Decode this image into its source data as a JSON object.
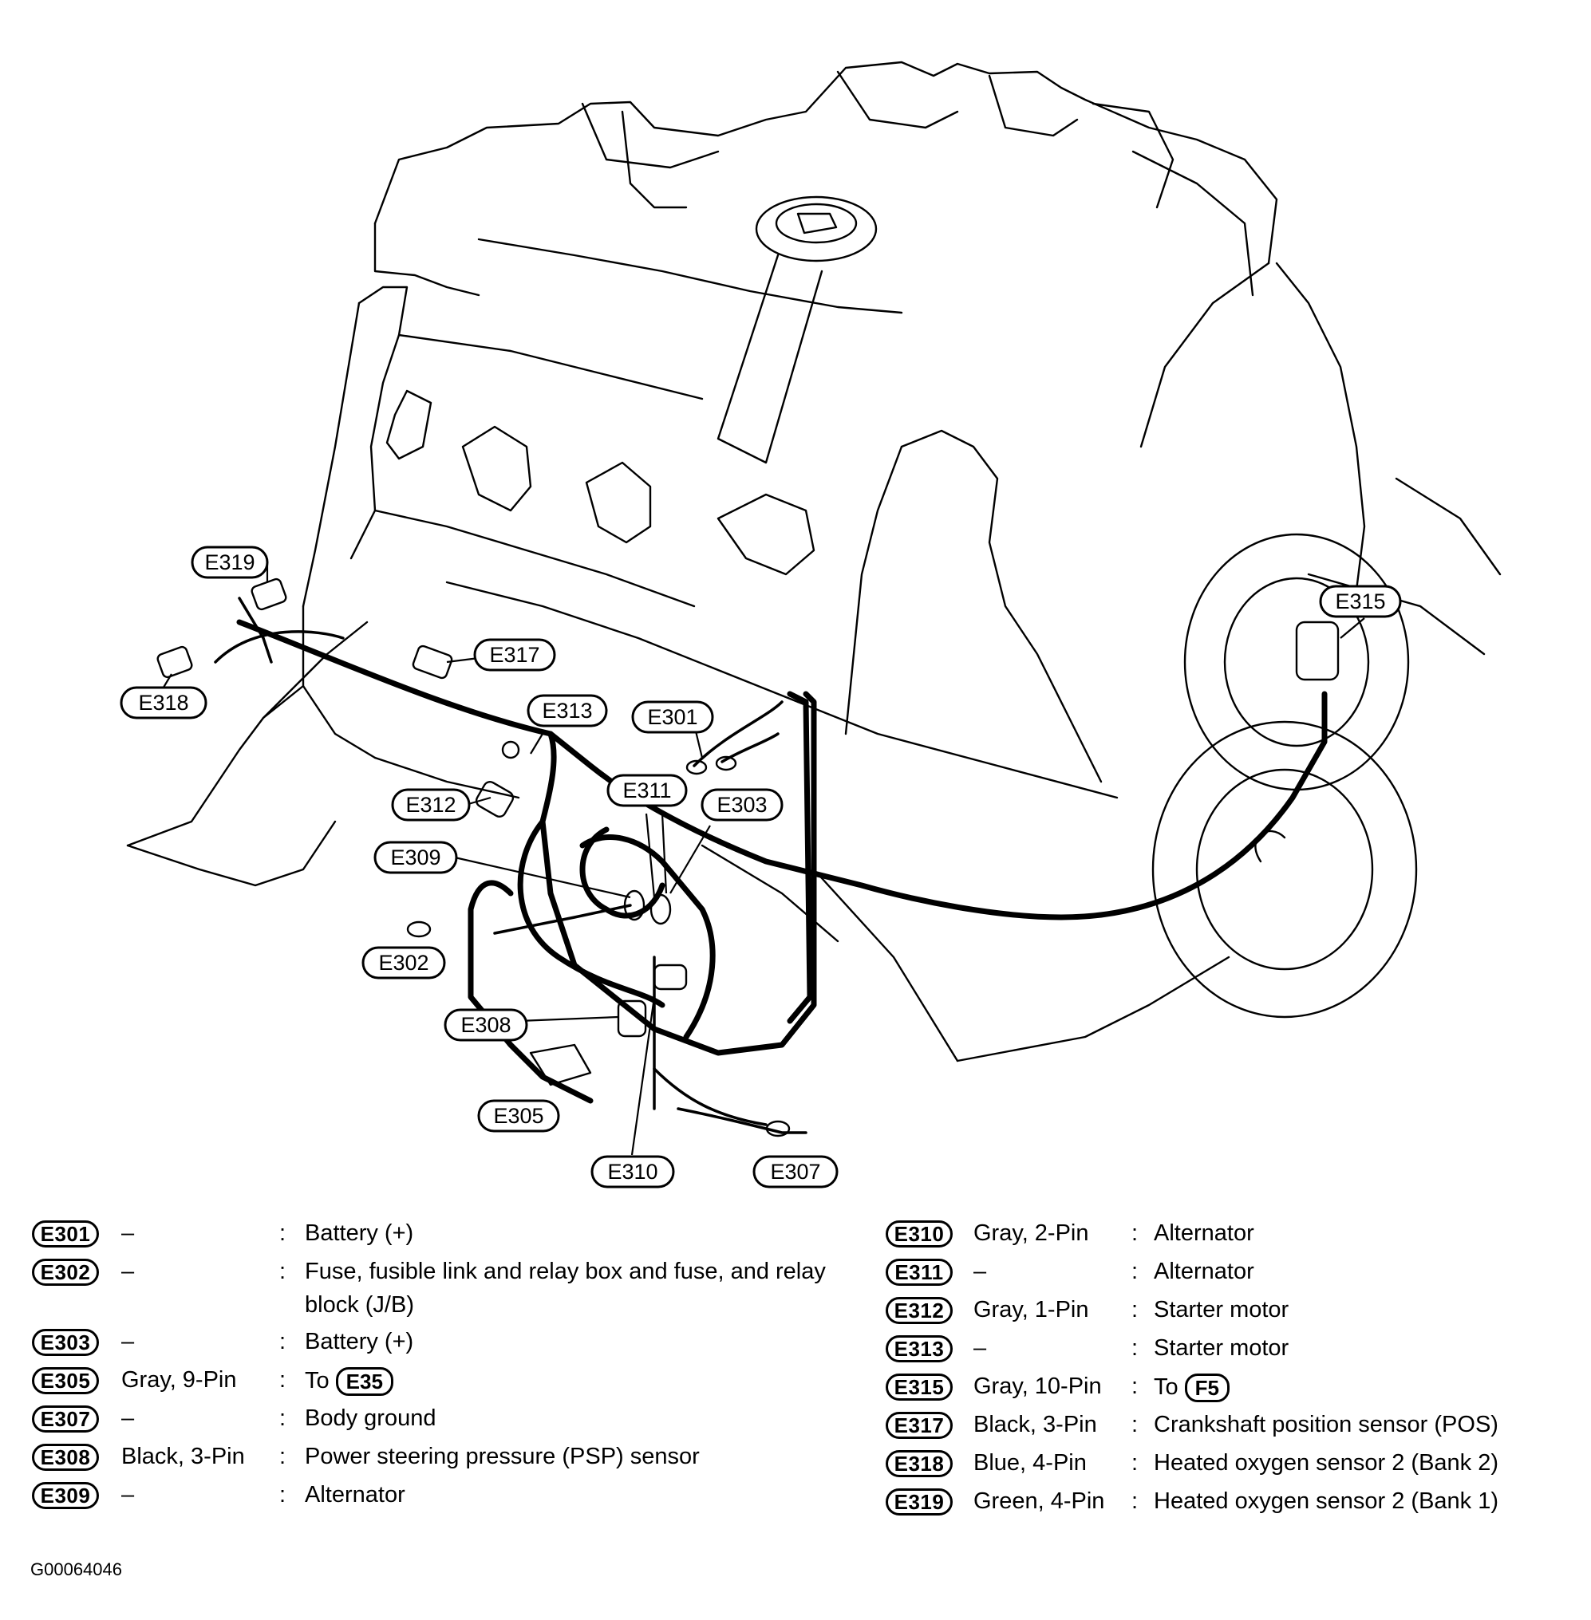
{
  "callouts": {
    "E301": "E301",
    "E302": "E302",
    "E303": "E303",
    "E305": "E305",
    "E307": "E307",
    "E308": "E308",
    "E309": "E309",
    "E310": "E310",
    "E311": "E311",
    "E312": "E312",
    "E313": "E313",
    "E315": "E315",
    "E317": "E317",
    "E318": "E318",
    "E319": "E319"
  },
  "legend_left": [
    {
      "code": "E301",
      "spec": "–",
      "desc": "Battery (+)"
    },
    {
      "code": "E302",
      "spec": "–",
      "desc": "Fuse, fusible link and relay box and fuse, and relay block (J/B)"
    },
    {
      "code": "E303",
      "spec": "–",
      "desc": "Battery (+)"
    },
    {
      "code": "E305",
      "spec": "Gray, 9-Pin",
      "desc": "To",
      "ref": "E35"
    },
    {
      "code": "E307",
      "spec": "–",
      "desc": "Body ground"
    },
    {
      "code": "E308",
      "spec": "Black, 3-Pin",
      "desc": "Power steering pressure (PSP) sensor"
    },
    {
      "code": "E309",
      "spec": "–",
      "desc": "Alternator"
    }
  ],
  "legend_right": [
    {
      "code": "E310",
      "spec": "Gray, 2-Pin",
      "desc": "Alternator"
    },
    {
      "code": "E311",
      "spec": "–",
      "desc": "Alternator"
    },
    {
      "code": "E312",
      "spec": "Gray, 1-Pin",
      "desc": "Starter motor"
    },
    {
      "code": "E313",
      "spec": "–",
      "desc": "Starter motor"
    },
    {
      "code": "E315",
      "spec": "Gray, 10-Pin",
      "desc": "To",
      "ref": "F5"
    },
    {
      "code": "E317",
      "spec": "Black, 3-Pin",
      "desc": "Crankshaft position sensor (POS)"
    },
    {
      "code": "E318",
      "spec": "Blue, 4-Pin",
      "desc": "Heated oxygen sensor 2 (Bank 2)"
    },
    {
      "code": "E319",
      "spec": "Green, 4-Pin",
      "desc": "Heated oxygen sensor 2 (Bank 1)"
    }
  ],
  "colon": ":",
  "figure_id": "G00064046"
}
